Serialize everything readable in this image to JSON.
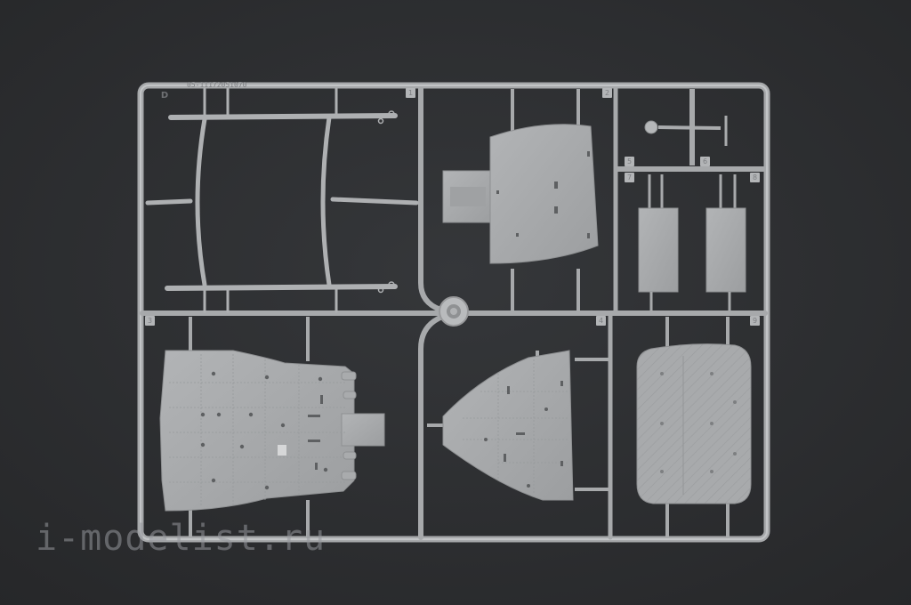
{
  "photo": {
    "subject": "plastic model kit sprue",
    "background_color": "#2e2f31",
    "plastic_color": "#a9abad"
  },
  "sprue": {
    "letter": "D",
    "code": "05-11172051070",
    "numbers": [
      "1",
      "2",
      "3",
      "4",
      "5",
      "6",
      "7",
      "8",
      "9"
    ]
  },
  "watermark": {
    "text": "i-modelist.ru"
  }
}
